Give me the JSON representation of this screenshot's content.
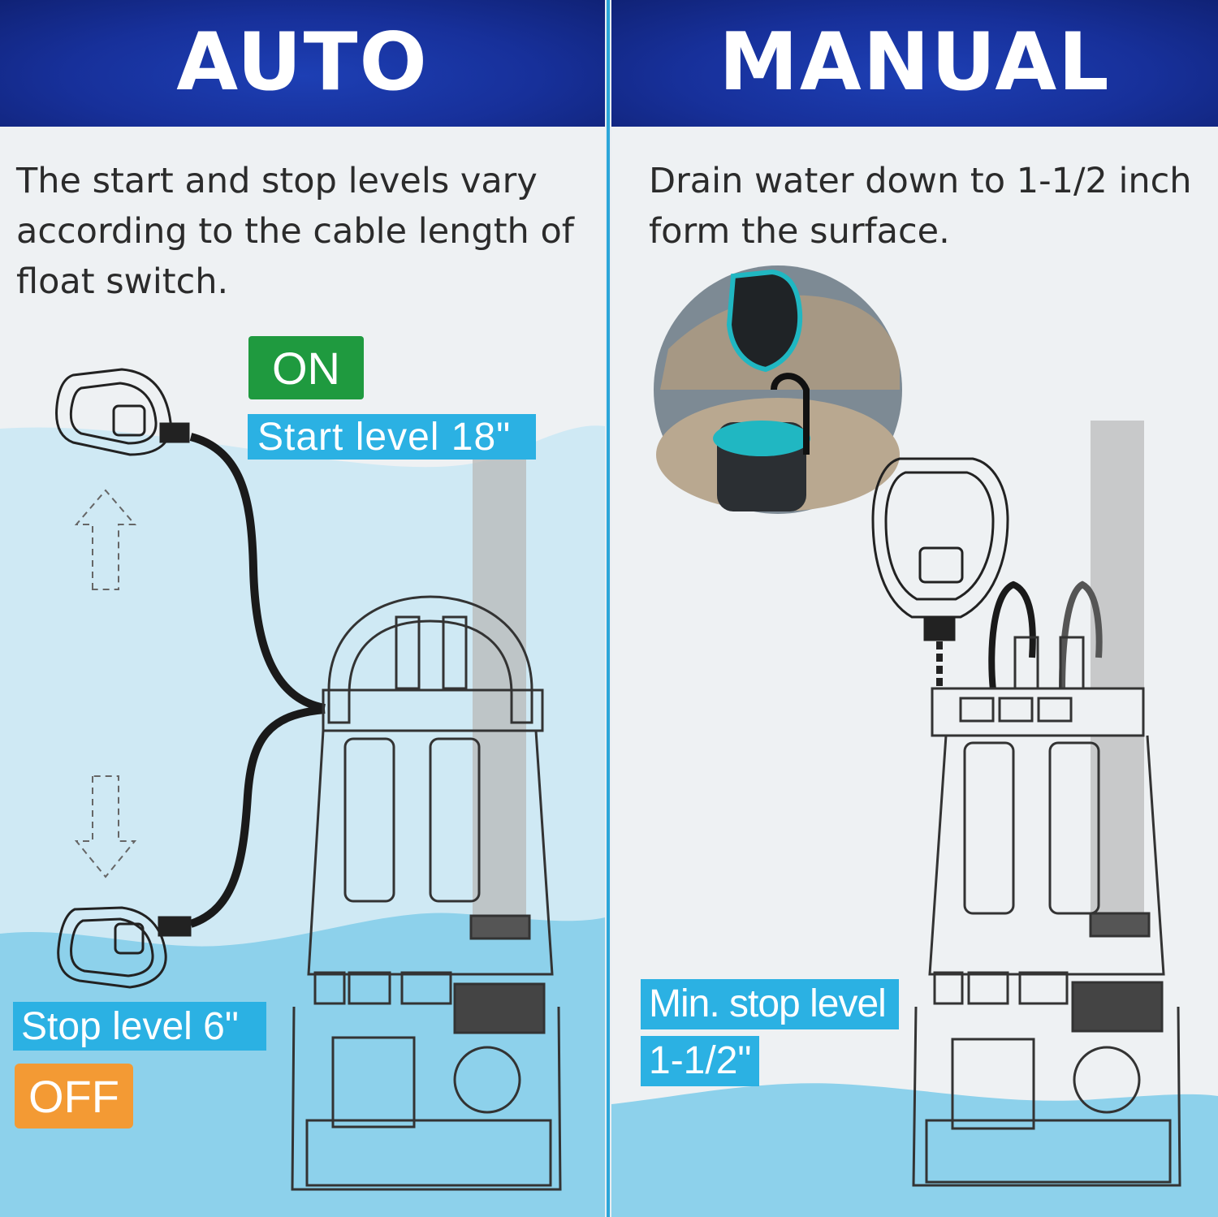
{
  "auto": {
    "title": "AUTO",
    "description": "The start and stop levels vary according to the cable length of float switch.",
    "on_label": "ON",
    "start_level_label": "Start  level  18\"",
    "stop_level_label": "Stop level  6\"",
    "off_label": "OFF"
  },
  "manual": {
    "title": "MANUAL",
    "description": "Drain water down to 1-1/2 inch form the surface.",
    "min_stop_level_label": "Min. stop level",
    "min_stop_level_value": "1-1/2\""
  },
  "colors": {
    "banner": "#17309a",
    "divider": "#2ba6d9",
    "water_light": "#cfe9f4",
    "water": "#8dd1eb",
    "on_badge": "#1f9a3f",
    "off_badge": "#f39a34",
    "level_tag": "#2bb1e3"
  },
  "icons": [
    "float-switch-icon",
    "up-arrow-icon",
    "down-arrow-icon",
    "pump-icon",
    "photo-inset"
  ]
}
